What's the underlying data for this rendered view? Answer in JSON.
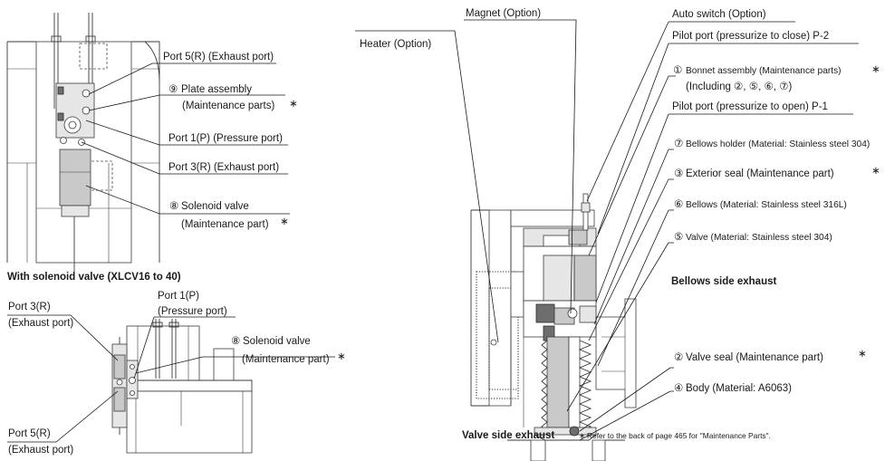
{
  "top_left_diagram": {
    "labels": {
      "port5": "Port 5(R) (Exhaust port)",
      "plate_num": "⑨",
      "plate_line1": "Plate assembly",
      "plate_line2": "(Maintenance parts)",
      "port1": "Port 1(P) (Pressure port)",
      "port3": "Port 3(R) (Exhaust port)",
      "solenoid_num": "⑧",
      "solenoid_line1": "Solenoid valve",
      "solenoid_line2": "(Maintenance part)"
    }
  },
  "bottom_left_diagram": {
    "title": "With solenoid valve (XLCV16 to 40)",
    "labels": {
      "port3_line1": "Port 3(R)",
      "port3_line2": "(Exhaust port)",
      "port1_line1": "Port 1(P)",
      "port1_line2": "(Pressure port)",
      "solenoid_num": "⑧",
      "solenoid_line1": "Solenoid valve",
      "solenoid_line2": "(Maintenance part)",
      "port5_line1": "Port 5(R)",
      "port5_line2": "(Exhaust port)"
    }
  },
  "main_diagram": {
    "labels": {
      "magnet": "Magnet (Option)",
      "heater": "Heater (Option)",
      "auto_switch": "Auto switch (Option)",
      "pilot_close": "Pilot port (pressurize to close) P-2",
      "bonnet_num": "①",
      "bonnet_line1": "Bonnet assembly (Maintenance parts)",
      "bonnet_line2": "(Including ②, ⑤, ⑥, ⑦)",
      "pilot_open": "Pilot port (pressurize to open) P-1",
      "bellows_holder_num": "⑦",
      "bellows_holder": "Bellows holder (Material: Stainless steel 304)",
      "exterior_seal_num": "③",
      "exterior_seal": "Exterior seal (Maintenance part)",
      "bellows_num": "⑥",
      "bellows": "Bellows (Material: Stainless steel 316L)",
      "valve_num": "⑤",
      "valve": "Valve (Material: Stainless steel 304)",
      "bellows_side_exhaust": "Bellows side exhaust",
      "valve_seal_num": "②",
      "valve_seal": "Valve seal (Maintenance part)",
      "body_num": "④",
      "body": "Body (Material: A6063)",
      "valve_side_exhaust": "Valve side exhaust"
    }
  },
  "footnote": {
    "asterisk": "∗",
    "text": "Refer to the back of page 465 for \"Maintenance Parts\"."
  }
}
